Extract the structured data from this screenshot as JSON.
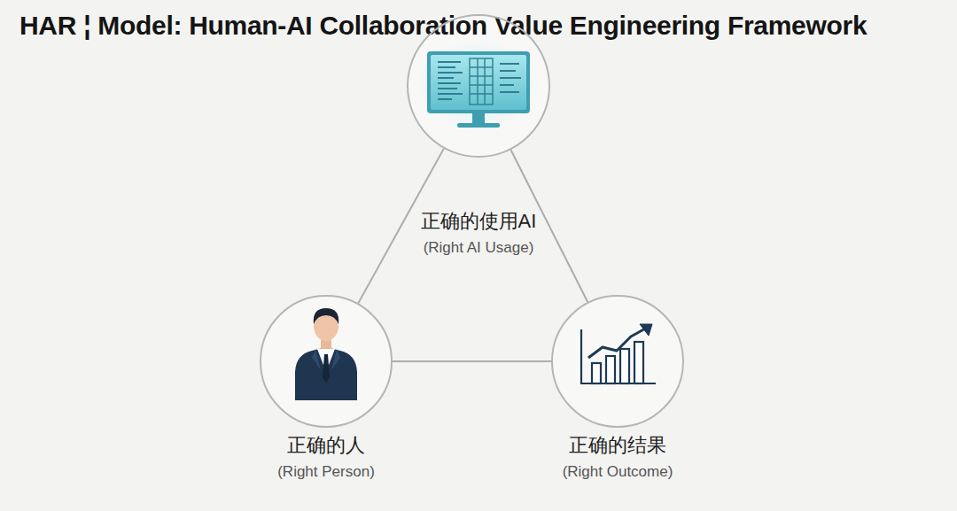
{
  "diagram": {
    "title": "HAR ¦ Model: Human-AI Collaboration Value Engineering Framework",
    "nodes": [
      {
        "text": [
          "正确的使用AI",
          "(Right AI Usage)"
        ]
      },
      {
        "text": [
          "正确的人",
          "(Right Person)"
        ]
      },
      {
        "text": [
          "正确的结果",
          "(Right Outcome)"
        ]
      }
    ],
    "edges": [
      {
        "from": 0,
        "to": 1,
        "arrow": "none"
      },
      {
        "from": 0,
        "to": 2,
        "arrow": "none"
      },
      {
        "from": 1,
        "to": 2,
        "arrow": "none"
      }
    ]
  }
}
